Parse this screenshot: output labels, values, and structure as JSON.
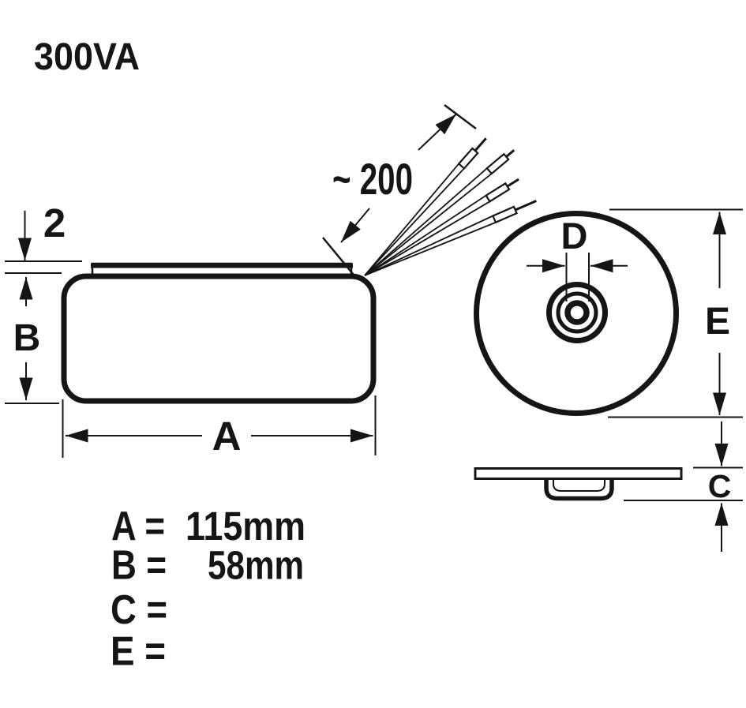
{
  "title": "300VA",
  "colors": {
    "line": "#151515",
    "background": "#ffffff"
  },
  "views": {
    "side": {
      "plate_thickness": "2",
      "height_label": "B",
      "width_label": "A",
      "wire_length": "~ 200"
    },
    "top": {
      "inner_hole_label": "D",
      "outer_diameter_label": "E"
    },
    "profile": {
      "height_label": "C"
    }
  },
  "legend": {
    "rows": [
      {
        "label": "A =",
        "value": "115mm"
      },
      {
        "label": "B =",
        "value": "58mm"
      },
      {
        "label": "C =",
        "value": ""
      },
      {
        "label": "E =",
        "value": ""
      }
    ]
  }
}
